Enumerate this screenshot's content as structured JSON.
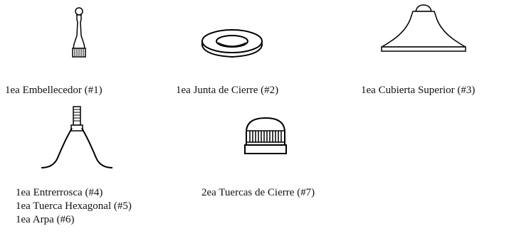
{
  "parts_top_row": [
    {
      "icon": "finial-icon",
      "caption": "1ea Embellecedor (#1)"
    },
    {
      "icon": "washer-icon",
      "caption": "1ea Junta de Cierre (#2)"
    },
    {
      "icon": "top-cover-icon",
      "caption": "1ea Cubierta Superior (#3)"
    }
  ],
  "parts_bottom_row": [
    {
      "icon": "harp-icon",
      "lines": [
        "1ea Entrerrosca (#4)",
        "1ea Tuerca Hexagonal (#5)",
        "1ea Arpa (#6)"
      ]
    },
    {
      "icon": "knurled-nut-icon",
      "lines": [
        "2ea Tuercas de Cierre (#7)"
      ]
    }
  ]
}
